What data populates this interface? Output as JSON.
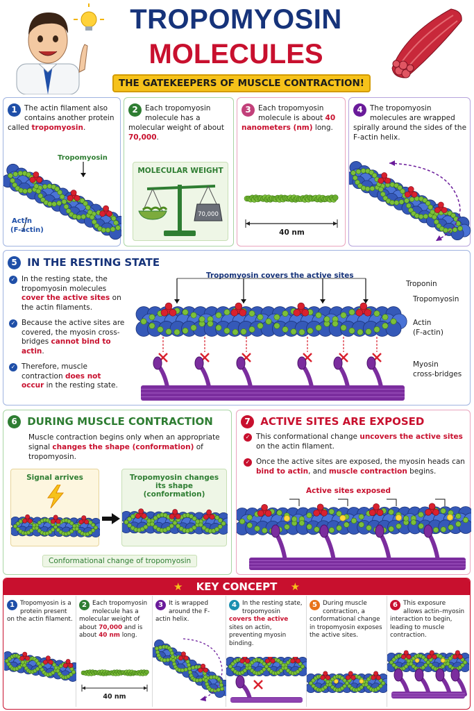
{
  "header": {
    "title_line1": "TROPOMYOSIN",
    "title_line2": "MOLECULES",
    "banner": "THE GATEKEEPERS OF MUSCLE CONTRACTION!"
  },
  "panels": [
    {
      "number": "1",
      "pre": "The actin filament also contains another protein called ",
      "hl": "tropomyosin",
      "post": ".",
      "labels": {
        "tropomyosin": "Tropomyosin",
        "actin": "Actin",
        "factin": "(F-actin)"
      }
    },
    {
      "number": "2",
      "pre": "Each tropomyosin molecule has a molecular weight of about ",
      "hl": "70,000",
      "post": ".",
      "box_title": "MOLECULAR WEIGHT",
      "weight": "70,000"
    },
    {
      "number": "3",
      "pre": "Each tropomyosin molecule is about ",
      "hl": "40 nanometers (nm)",
      "post": " long.",
      "measure": "40 nm"
    },
    {
      "number": "4",
      "pre": "The tropomyosin molecules are wrapped spirally around the sides of the F-actin helix.",
      "hl": "",
      "post": ""
    }
  ],
  "resting": {
    "number": "5",
    "title": "IN THE RESTING STATE",
    "b1": {
      "pre": "In the resting state, the tropomyosin molecules ",
      "hl": "cover the active sites",
      "post": " on the actin filaments."
    },
    "b2": {
      "pre": "Because the active sites are covered, the myosin cross-bridges ",
      "hl": "cannot bind to actin",
      "post": "."
    },
    "b3": {
      "pre": "Therefore, muscle contraction ",
      "hl": "does not occur",
      "post": " in the resting state."
    },
    "covers_label": "Tropomyosin covers the active sites",
    "labels": {
      "troponin": "Troponin",
      "tropomyosin": "Tropomyosin",
      "actin": "Actin",
      "factin": "(F-actin)",
      "myosin": "Myosin",
      "crossbridges": "cross-bridges"
    }
  },
  "contraction": {
    "number": "6",
    "title": "DURING MUSCLE CONTRACTION",
    "pre": "Muscle contraction begins only when an appropriate signal ",
    "hl": "changes the shape (conformation)",
    "post": " of tropomyosin.",
    "signal": "Signal arrives",
    "changes": "Tropomyosin changes its shape (conformation)",
    "caption": "Conformational change of tropomyosin"
  },
  "exposed": {
    "number": "7",
    "title": "ACTIVE SITES ARE EXPOSED",
    "b1": {
      "pre": "This conformational change ",
      "hl": "uncovers the active sites",
      "post": " on the actin filament."
    },
    "b2": {
      "pre": "Once the active sites are exposed, the myosin heads can ",
      "hl": "bind to actin",
      "mid": ", and ",
      "hl2": "muscle contraction",
      "post": " begins."
    },
    "label": "Active sites exposed"
  },
  "key": {
    "title": "KEY CONCEPT",
    "items": [
      {
        "n": "1",
        "color": "#1f4fa8",
        "text": "Tropomyosin is a protein present on the actin filament."
      },
      {
        "n": "2",
        "color": "#2e7d32",
        "pre": "Each tropomyosin molecule has a molecular weight of about ",
        "hl": "70,000",
        "mid": " and is about ",
        "hl2": "40 nm",
        "post": " long.",
        "measure": "40 nm"
      },
      {
        "n": "3",
        "color": "#6a1b9a",
        "text": "It is wrapped around the F-actin helix."
      },
      {
        "n": "4",
        "color": "#1a8fb0",
        "pre": "In the resting state, tropomyosin ",
        "hl": "covers the active",
        "post": " sites on actin, preventing myosin binding."
      },
      {
        "n": "5",
        "color": "#e8731a",
        "text": "During muscle contraction, a conformational change in tropomyosin exposes the active sites."
      },
      {
        "n": "6",
        "color": "#c8102e",
        "text": "This exposure allows actin–myosin interaction to begin, leading to muscle contraction."
      }
    ]
  },
  "colors": {
    "navy": "#16337a",
    "red": "#c8102e",
    "green": "#2e7d32",
    "purple": "#7b2d9e",
    "yellow": "#f6c21a",
    "actin": "#3d63c9"
  }
}
